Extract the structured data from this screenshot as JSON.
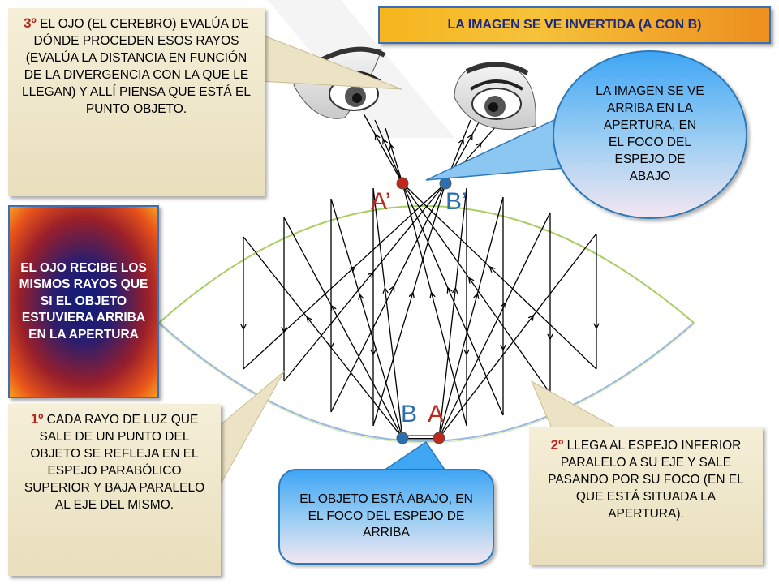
{
  "title": "LA IMAGEN SE VE INVERTIDA (A CON B)",
  "step3": {
    "num": "3º",
    "text": "EL OJO (EL CEREBRO) EVALÚA DE DÓNDE PROCEDEN ESOS RAYOS (EVALÚA LA DISTANCIA EN FUNCIÓN DE LA DIVERGENCIA CON LA QUE LE LLEGAN) Y ALLÍ PIENSA QUE ESTÁ EL PUNTO OBJETO."
  },
  "image_callout": "LA IMAGEN SE VE ARRIBA EN LA APERTURA, EN EL FOCO DEL ESPEJO DE ABAJO",
  "eye_note": "EL OJO RECIBE LOS MISMOS RAYOS QUE SI EL OBJETO ESTUVIERA ARRIBA EN LA APERTURA",
  "step1": {
    "num": "1º",
    "text": "CADA RAYO DE LUZ QUE SALE DE UN PUNTO DEL OBJETO SE REFLEJA EN EL ESPEJO PARABÓLICO SUPERIOR Y BAJA PARALELO AL EJE DEL MISMO."
  },
  "object_callout": "EL OBJETO ESTÁ ABAJO, EN EL FOCO DEL ESPEJO DE ARRIBA",
  "step2": {
    "num": "2º",
    "text": "LLEGA AL ESPEJO INFERIOR PARALELO A SU EJE Y SALE PASANDO POR SU FOCO (EN EL QUE ESTÁ SITUADA LA APERTURA)."
  },
  "labels": {
    "a_prime": "A’",
    "b_prime": "B’",
    "b": "B",
    "a": "A"
  },
  "colors": {
    "accent_blue": "#2b6fb0",
    "accent_red": "#c0281e",
    "mirror_green": "#a8cf62"
  },
  "icons": [
    "eye-left-icon",
    "eye-right-icon"
  ]
}
